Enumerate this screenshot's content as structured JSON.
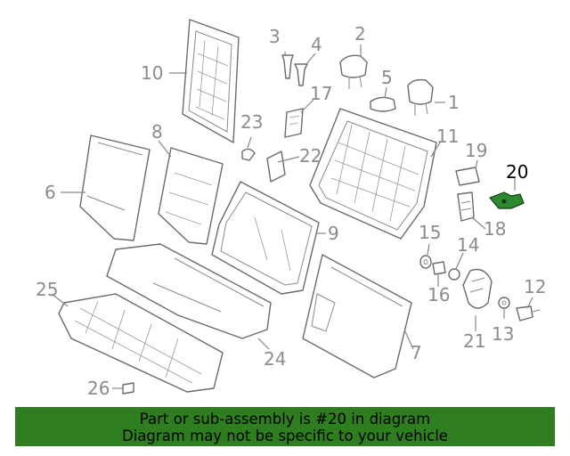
{
  "diagram": {
    "callouts": [
      {
        "id": "1",
        "text": "1"
      },
      {
        "id": "2",
        "text": "2"
      },
      {
        "id": "3",
        "text": "3"
      },
      {
        "id": "4",
        "text": "4"
      },
      {
        "id": "5",
        "text": "5"
      },
      {
        "id": "6",
        "text": "6"
      },
      {
        "id": "7",
        "text": "7"
      },
      {
        "id": "8",
        "text": "8"
      },
      {
        "id": "9",
        "text": "9"
      },
      {
        "id": "10",
        "text": "10"
      },
      {
        "id": "11",
        "text": "11"
      },
      {
        "id": "12",
        "text": "12"
      },
      {
        "id": "13",
        "text": "13"
      },
      {
        "id": "14",
        "text": "14"
      },
      {
        "id": "15",
        "text": "15"
      },
      {
        "id": "16",
        "text": "16"
      },
      {
        "id": "17",
        "text": "17"
      },
      {
        "id": "18",
        "text": "18"
      },
      {
        "id": "19",
        "text": "19"
      },
      {
        "id": "20",
        "text": "20"
      },
      {
        "id": "21",
        "text": "21"
      },
      {
        "id": "22",
        "text": "22"
      },
      {
        "id": "23",
        "text": "23"
      },
      {
        "id": "24",
        "text": "24"
      },
      {
        "id": "25",
        "text": "25"
      },
      {
        "id": "26",
        "text": "26"
      }
    ],
    "highlighted_callout": "20",
    "highlight_color": "#2f8a2f"
  },
  "banner": {
    "line1": "Part or sub-assembly is #20 in diagram",
    "line2": "Diagram may not be specific to your vehicle",
    "background": "#2e7d1e"
  }
}
